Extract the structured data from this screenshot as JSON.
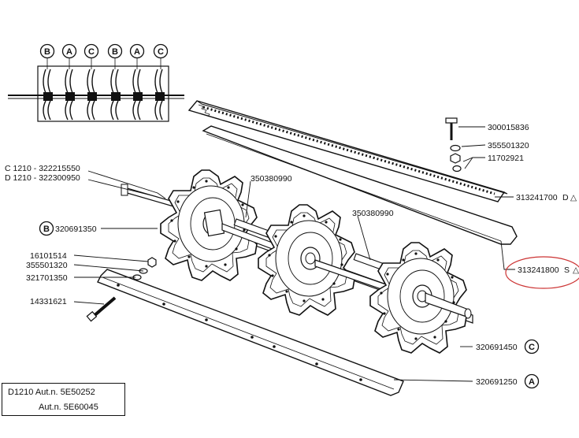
{
  "parts": {
    "bolt_top": "300015836",
    "washer_top": "355501320",
    "nut_top": "11702921",
    "knife_upper": "313241700",
    "knife_upper_tag": "D",
    "knife_lower": "313241800",
    "knife_lower_tag": "S",
    "c1210": "C 1210 - 322215550",
    "d1210": "D 1210 - 322300950",
    "rotor_b": "320691350",
    "shaft_1": "350380990",
    "shaft_2": "350380990",
    "nut_left": "16101514",
    "washer_left": "355501320",
    "spacer_left": "321701350",
    "bolt_left": "14331621",
    "rotor_c": "320691450",
    "rotor_a": "320691250"
  },
  "letters": {
    "top_row": [
      "B",
      "A",
      "C",
      "B",
      "A",
      "C"
    ],
    "rotor_b": "B",
    "rotor_c": "C",
    "rotor_a": "A"
  },
  "info": {
    "line1": "D1210 Aut.n. 5E50252",
    "line2": "Aut.n. 5E60045"
  },
  "highlight_color": "#cc3333"
}
